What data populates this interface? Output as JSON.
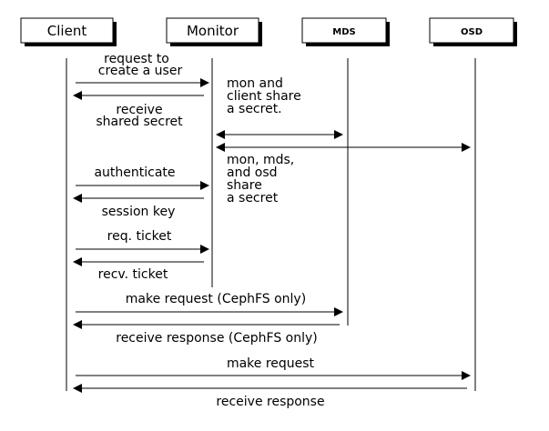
{
  "actors": {
    "client": "Client",
    "monitor": "Monitor",
    "mds": "MDS",
    "osd": "OSD"
  },
  "messages": {
    "request_create_user": [
      "request to",
      "create a user"
    ],
    "receive_shared_secret": [
      "receive",
      "shared secret"
    ],
    "authenticate": "authenticate",
    "session_key": "session key",
    "req_ticket": "req. ticket",
    "recv_ticket": "recv. ticket",
    "make_request_cephfs": "make request (CephFS only)",
    "receive_response_cephfs": "receive response (CephFS only)",
    "make_request": "make request",
    "receive_response": "receive response"
  },
  "notes": {
    "mon_client_share": [
      "mon and",
      "client share",
      "a secret."
    ],
    "mon_mds_osd_share": [
      "mon, mds,",
      "and osd",
      "share",
      "a secret"
    ]
  }
}
